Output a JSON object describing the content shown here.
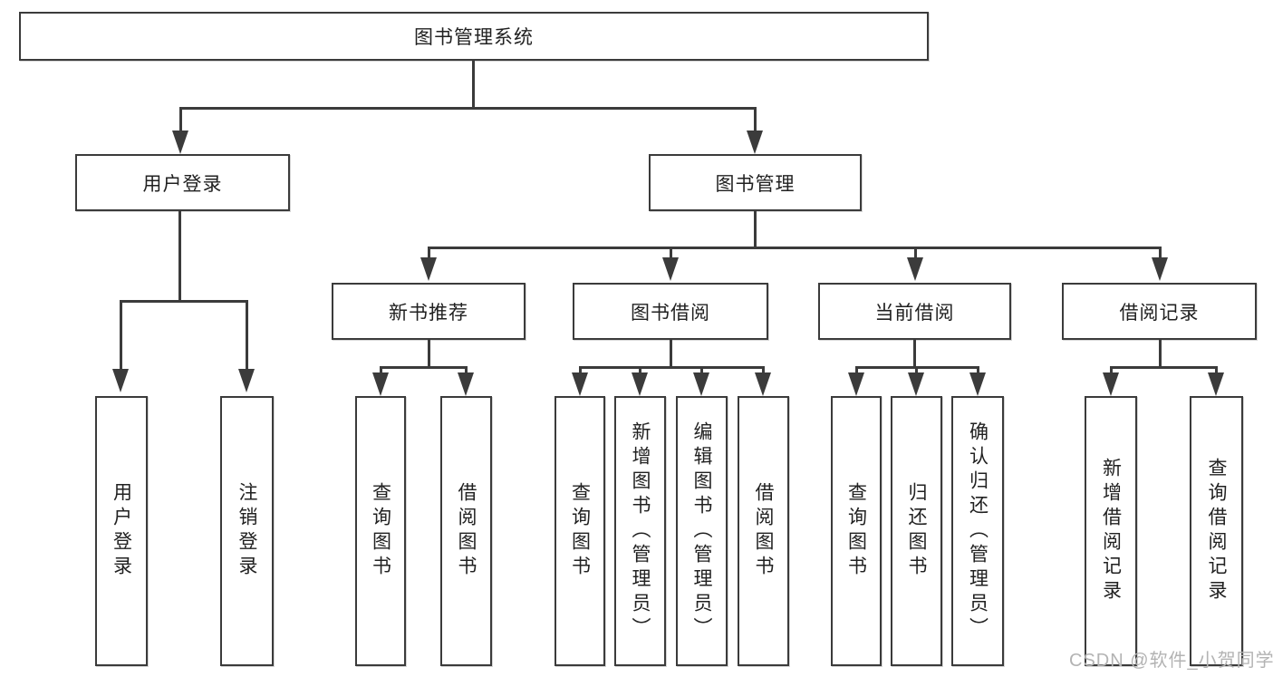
{
  "title": "图书管理系统",
  "watermark": "CSDN @软件_小贺同学",
  "colors": {
    "line": "#3b3b3b",
    "border": "#3b3b3b",
    "text": "#212121",
    "watermark": "#b3b3b3",
    "background": "#ffffff"
  },
  "tree": {
    "root": {
      "label": "图书管理系统"
    },
    "children": [
      {
        "label": "用户登录",
        "children": [
          {
            "label": "用户登录"
          },
          {
            "label": "注销登录"
          }
        ]
      },
      {
        "label": "图书管理",
        "children": [
          {
            "label": "新书推荐",
            "children": [
              {
                "label": "查询图书"
              },
              {
                "label": "借阅图书"
              }
            ]
          },
          {
            "label": "图书借阅",
            "children": [
              {
                "label": "查询图书"
              },
              {
                "label": "新增图书（管理员）"
              },
              {
                "label": "编辑图书（管理员）"
              },
              {
                "label": "借阅图书"
              }
            ]
          },
          {
            "label": "当前借阅",
            "children": [
              {
                "label": "查询图书"
              },
              {
                "label": "归还图书"
              },
              {
                "label": "确认归还（管理员）"
              }
            ]
          },
          {
            "label": "借阅记录",
            "children": [
              {
                "label": "新增借阅记录"
              },
              {
                "label": "查询借阅记录"
              }
            ]
          }
        ]
      }
    ]
  }
}
